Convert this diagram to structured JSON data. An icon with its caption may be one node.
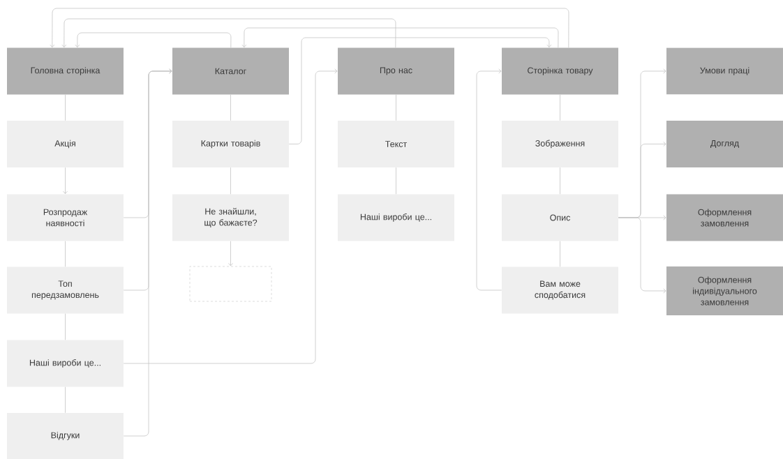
{
  "diagram": {
    "nodes": [
      {
        "text": [
          "Головна сторінка"
        ]
      },
      {
        "text": [
          "Акція"
        ]
      },
      {
        "text": [
          "Розпродаж наявності"
        ]
      },
      {
        "text": [
          "Топ передзамовлень"
        ]
      },
      {
        "text": [
          "Наші вироби це..."
        ]
      },
      {
        "text": [
          "Відгуки"
        ]
      },
      {
        "text": [
          "Каталог"
        ]
      },
      {
        "text": [
          "Картки товарів"
        ]
      },
      {
        "text": [
          "Не знайшли, що бажаєте?"
        ]
      },
      {
        "text": [],
        "shape": "box"
      },
      {
        "text": [
          "Про нас"
        ]
      },
      {
        "text": [
          "Текст"
        ]
      },
      {
        "text": [
          "Наші вироби це..."
        ]
      },
      {
        "text": [
          "Сторінка товару"
        ]
      },
      {
        "text": [
          "Зображення"
        ]
      },
      {
        "text": [
          "Опис"
        ]
      },
      {
        "text": [
          "Вам може сподобатися"
        ]
      },
      {
        "text": [
          "Умови праці"
        ]
      },
      {
        "text": [
          "Догляд"
        ]
      },
      {
        "text": [
          "Оформлення замовлення"
        ]
      },
      {
        "text": [
          "Оформлення індивідуального замовлення"
        ]
      }
    ],
    "edges": [
      {
        "from": 0,
        "to": 1,
        "arrow": "none"
      },
      {
        "from": 1,
        "to": 2,
        "arrow": "to"
      },
      {
        "from": 2,
        "to": 3,
        "arrow": "none"
      },
      {
        "from": 3,
        "to": 4,
        "arrow": "none"
      },
      {
        "from": 4,
        "to": 5,
        "arrow": "none"
      },
      {
        "from": 6,
        "to": 7,
        "arrow": "none"
      },
      {
        "from": 7,
        "to": 8,
        "arrow": "none"
      },
      {
        "from": 8,
        "to": 9,
        "arrow": "to"
      },
      {
        "from": 10,
        "to": 11,
        "arrow": "none"
      },
      {
        "from": 11,
        "to": 12,
        "arrow": "none"
      },
      {
        "from": 13,
        "to": 14,
        "arrow": "none"
      },
      {
        "from": 14,
        "to": 15,
        "arrow": "none"
      },
      {
        "from": 15,
        "to": 16,
        "arrow": "none"
      },
      {
        "from": 2,
        "to": 6,
        "arrow": "to"
      },
      {
        "from": 3,
        "to": 6,
        "arrow": "to"
      },
      {
        "from": 5,
        "to": 6,
        "arrow": "to"
      },
      {
        "from": 4,
        "to": 10,
        "arrow": "to"
      },
      {
        "from": 7,
        "to": 13,
        "arrow": "to"
      },
      {
        "from": 16,
        "to": 13,
        "arrow": "to"
      },
      {
        "from": 15,
        "to": 17,
        "arrow": "to"
      },
      {
        "from": 15,
        "to": 18,
        "arrow": "to"
      },
      {
        "from": 15,
        "to": 19,
        "arrow": "to"
      },
      {
        "from": 15,
        "to": 20,
        "arrow": "to"
      },
      {
        "from": 13,
        "to": 0,
        "arrow": "to"
      },
      {
        "from": 10,
        "to": 0,
        "arrow": "to"
      },
      {
        "from": 6,
        "to": 0,
        "arrow": "to"
      },
      {
        "from": 13,
        "to": 6,
        "arrow": "to"
      }
    ]
  }
}
